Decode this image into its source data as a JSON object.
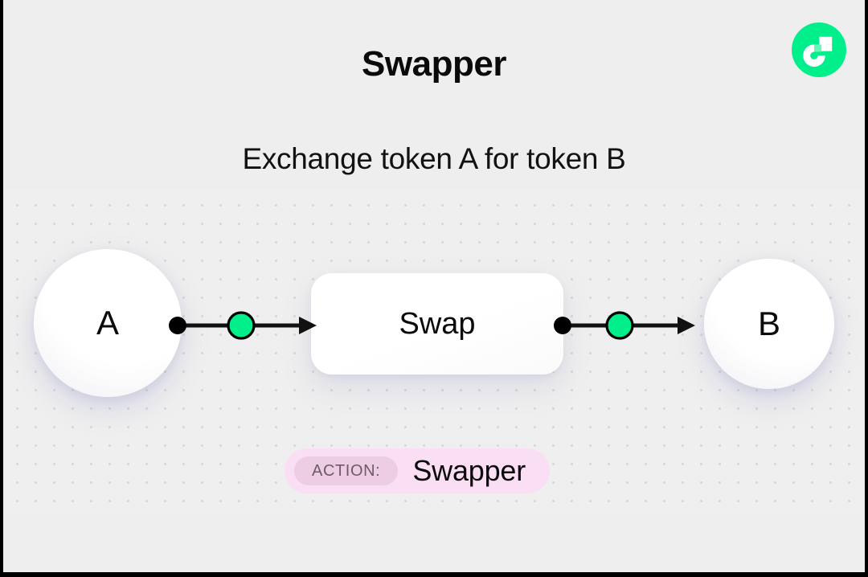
{
  "frame": {
    "background_color": "#eeeeee",
    "border_color": "#000000",
    "accent_green": "#00ef8b",
    "badge_pink": "#fadef4",
    "badge_inner_pink": "#eccde4",
    "dot_grid_color": "#d8d8d8"
  },
  "header": {
    "title": "Swapper",
    "subtitle": "Exchange token A for token B"
  },
  "logo": {
    "name": "flow-logo",
    "circle_color": "#00ef8b",
    "mark_color": "#ffffff",
    "accent_square_color": "#66f7b9"
  },
  "diagram": {
    "nodes": [
      {
        "id": "token-a",
        "label": "A",
        "shape": "circle"
      },
      {
        "id": "swap",
        "label": "Swap",
        "shape": "rounded-rect"
      },
      {
        "id": "token-b",
        "label": "B",
        "shape": "circle"
      }
    ],
    "connectors": [
      {
        "id": "connector-left",
        "from": "token-a",
        "to": "swap",
        "dot_color": "#000000",
        "marker_color": "#00ef8b",
        "line_color": "#111111"
      },
      {
        "id": "connector-right",
        "from": "swap",
        "to": "token-b",
        "dot_color": "#000000",
        "marker_color": "#00ef8b",
        "line_color": "#111111"
      }
    ]
  },
  "action_badge": {
    "label": "ACTION:",
    "value": "Swapper"
  }
}
